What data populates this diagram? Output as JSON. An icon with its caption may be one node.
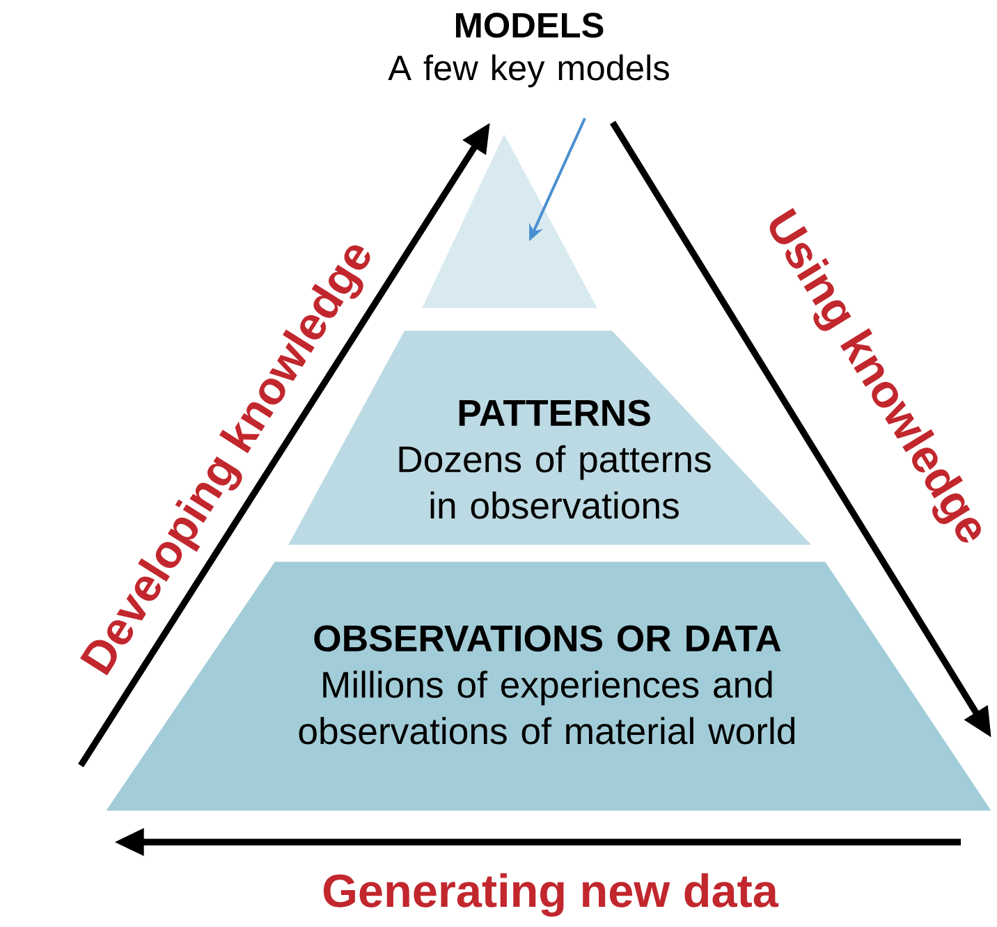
{
  "diagram": {
    "nodes": [
      {
        "text": [
          "MODELS",
          "A few key models"
        ]
      },
      {
        "text": [],
        "shape": "triangle"
      },
      {
        "text": [
          "PATTERNS",
          "Dozens of patterns in observations"
        ]
      },
      {
        "text": [
          "OBSERVATIONS OR DATA",
          "Millions of experiences and observations of material world"
        ]
      }
    ],
    "edges": [
      {
        "from": 0,
        "to": 1,
        "arrow": "to",
        "color": "#4a90d0"
      }
    ],
    "labels": [
      "Developing knowledge",
      "Using knowledge",
      "Generating new data"
    ]
  }
}
